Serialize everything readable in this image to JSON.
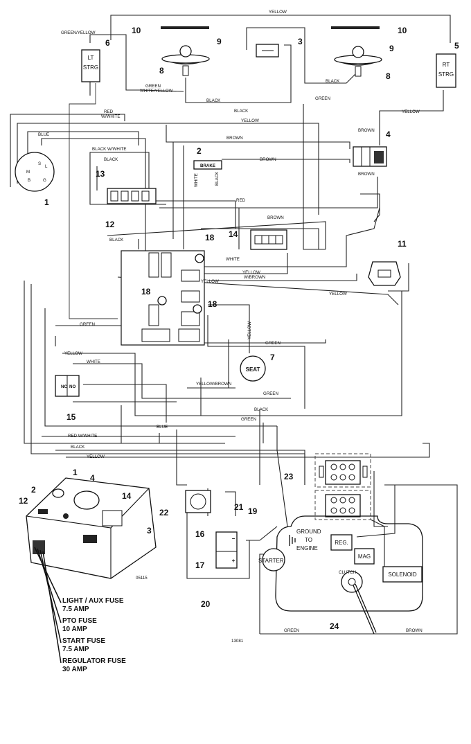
{
  "callouts": {
    "c1": "1",
    "c2": "2",
    "c3": "3",
    "c4": "4",
    "c5": "5",
    "c6": "6",
    "c7": "7",
    "c8a": "8",
    "c8b": "8",
    "c9a": "9",
    "c9b": "9",
    "c10a": "10",
    "c10b": "10",
    "c11": "11",
    "c12": "12",
    "c13": "13",
    "c14": "14",
    "c15": "15",
    "c16": "16",
    "c17": "17",
    "c18a": "18",
    "c18b": "18",
    "c18c": "18",
    "c19": "19",
    "c20": "20",
    "c21": "21",
    "c22": "22",
    "c23": "23",
    "c24": "24",
    "inset1": "1",
    "inset2": "2",
    "inset3": "3",
    "inset4": "4",
    "inset12": "12",
    "inset14": "14"
  },
  "components": {
    "lt_strg_a": "LT",
    "lt_strg_b": "STRG",
    "rt_strg_a": "RT",
    "rt_strg_b": "STRG",
    "brake": "BRAKE",
    "seat": "SEAT",
    "nc": "NC",
    "no": "NO",
    "ground_a": "GROUND",
    "ground_b": "TO",
    "ground_c": "ENGINE",
    "starter": "STARTER",
    "reg": "REG.",
    "mag": "MAG",
    "solenoid": "SOLENOID",
    "clutch": "CLUTCH",
    "key_s": "S",
    "key_l": "L",
    "key_m": "M",
    "key_b": "B",
    "key_g": "G",
    "plus": "+",
    "minus": "−"
  },
  "wires": {
    "yellow_top": "YELLOW",
    "green_yellow": "GREEN/YELLOW",
    "green_white": "GREEN",
    "white_yellow": "WHITE/YELLOW",
    "black1": "BLACK",
    "black2": "BLACK",
    "black_r": "BLACK",
    "green_r": "GREEN",
    "yellow_r5": "YELLOW",
    "red_white": "RED",
    "red_white2": "W/WHITE",
    "yellow_mid": "YELLOW",
    "blue": "BLUE",
    "brown_a": "BROWN",
    "brown_b": "BROWN",
    "brown_c": "BROWN",
    "brown_d": "BROWN",
    "black_white": "BLACK W/WHITE",
    "black3": "BLACK",
    "white_v": "WHITE",
    "black_v": "BLACK",
    "red": "RED",
    "brown_e": "BROWN",
    "black4": "BLACK",
    "white2": "WHITE",
    "yellow2": "YELLOW",
    "white_brown": "W/BROWN",
    "yellow3": "YELLOW",
    "yellow_v": "YELLOW",
    "green2": "GREEN",
    "green3": "GREEN",
    "yellow4": "YELLOW",
    "white3": "WHITE",
    "yellow_brown": "YELLOW/BROWN",
    "green4": "GREEN",
    "black5": "BLACK",
    "green5": "GREEN",
    "blue2": "BLUE",
    "red_white3": "RED W/WHITE",
    "black6": "BLACK",
    "yellow5": "YELLOW",
    "green6": "GREEN",
    "brown_f": "BROWN"
  },
  "fuses": {
    "f1_name": "LIGHT / AUX FUSE",
    "f1_amp": "7.5 AMP",
    "f2_name": "PTO FUSE",
    "f2_amp": "10 AMP",
    "f3_name": "START FUSE",
    "f3_amp": "7.5 AMP",
    "f4_name": "REGULATOR FUSE",
    "f4_amp": "30 AMP"
  },
  "meta": {
    "inset_code": "05115",
    "drawing_no": "13081"
  }
}
